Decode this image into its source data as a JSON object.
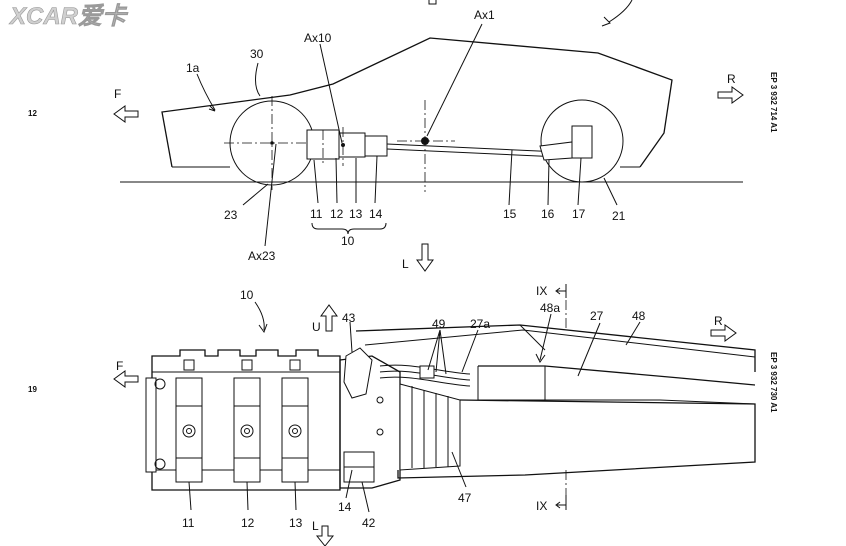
{
  "watermark": "XCAR爱卡",
  "page_numbers": {
    "top": "12",
    "bottom": "19"
  },
  "side_text": {
    "top": "EP 3 932 714 A1",
    "bottom": "EP 3 932 730 A1"
  },
  "top_figure": {
    "labels": {
      "l30": "30",
      "l1a": "1a",
      "lAx10": "Ax10",
      "lAx1": "Ax1",
      "l23": "23",
      "lAx23": "Ax23",
      "l11": "11",
      "l12": "12",
      "l13": "13",
      "l14": "14",
      "l10": "10",
      "l15": "15",
      "l16": "16",
      "l17": "17",
      "l21": "21"
    },
    "dir_front": "F",
    "dir_rear": "R",
    "dir_left": "L"
  },
  "bottom_figure": {
    "labels": {
      "l10": "10",
      "l43": "43",
      "l49": "49",
      "l27a": "27a",
      "l48a": "48a",
      "l27": "27",
      "l48": "48",
      "l11": "11",
      "l12": "12",
      "l13": "13",
      "l14": "14",
      "l42": "42",
      "l47": "47",
      "lIX_top": "IX",
      "lIX_bot": "IX"
    },
    "dir_front": "F",
    "dir_rear": "R",
    "dir_up": "U",
    "dir_left": "L"
  }
}
